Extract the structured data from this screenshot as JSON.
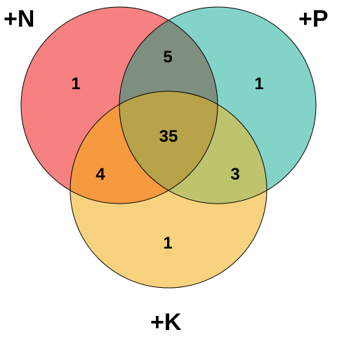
{
  "sets": [
    {
      "label": "+N",
      "color": "#f44a4a"
    },
    {
      "label": "+P",
      "color": "#1fae9c"
    },
    {
      "label": "+K",
      "color": "#f6ba3a"
    }
  ],
  "regions": {
    "n_only": "1",
    "p_only": "1",
    "k_only": "1",
    "n_p": "5",
    "n_k": "4",
    "p_k": "3",
    "n_p_k": "35"
  }
}
